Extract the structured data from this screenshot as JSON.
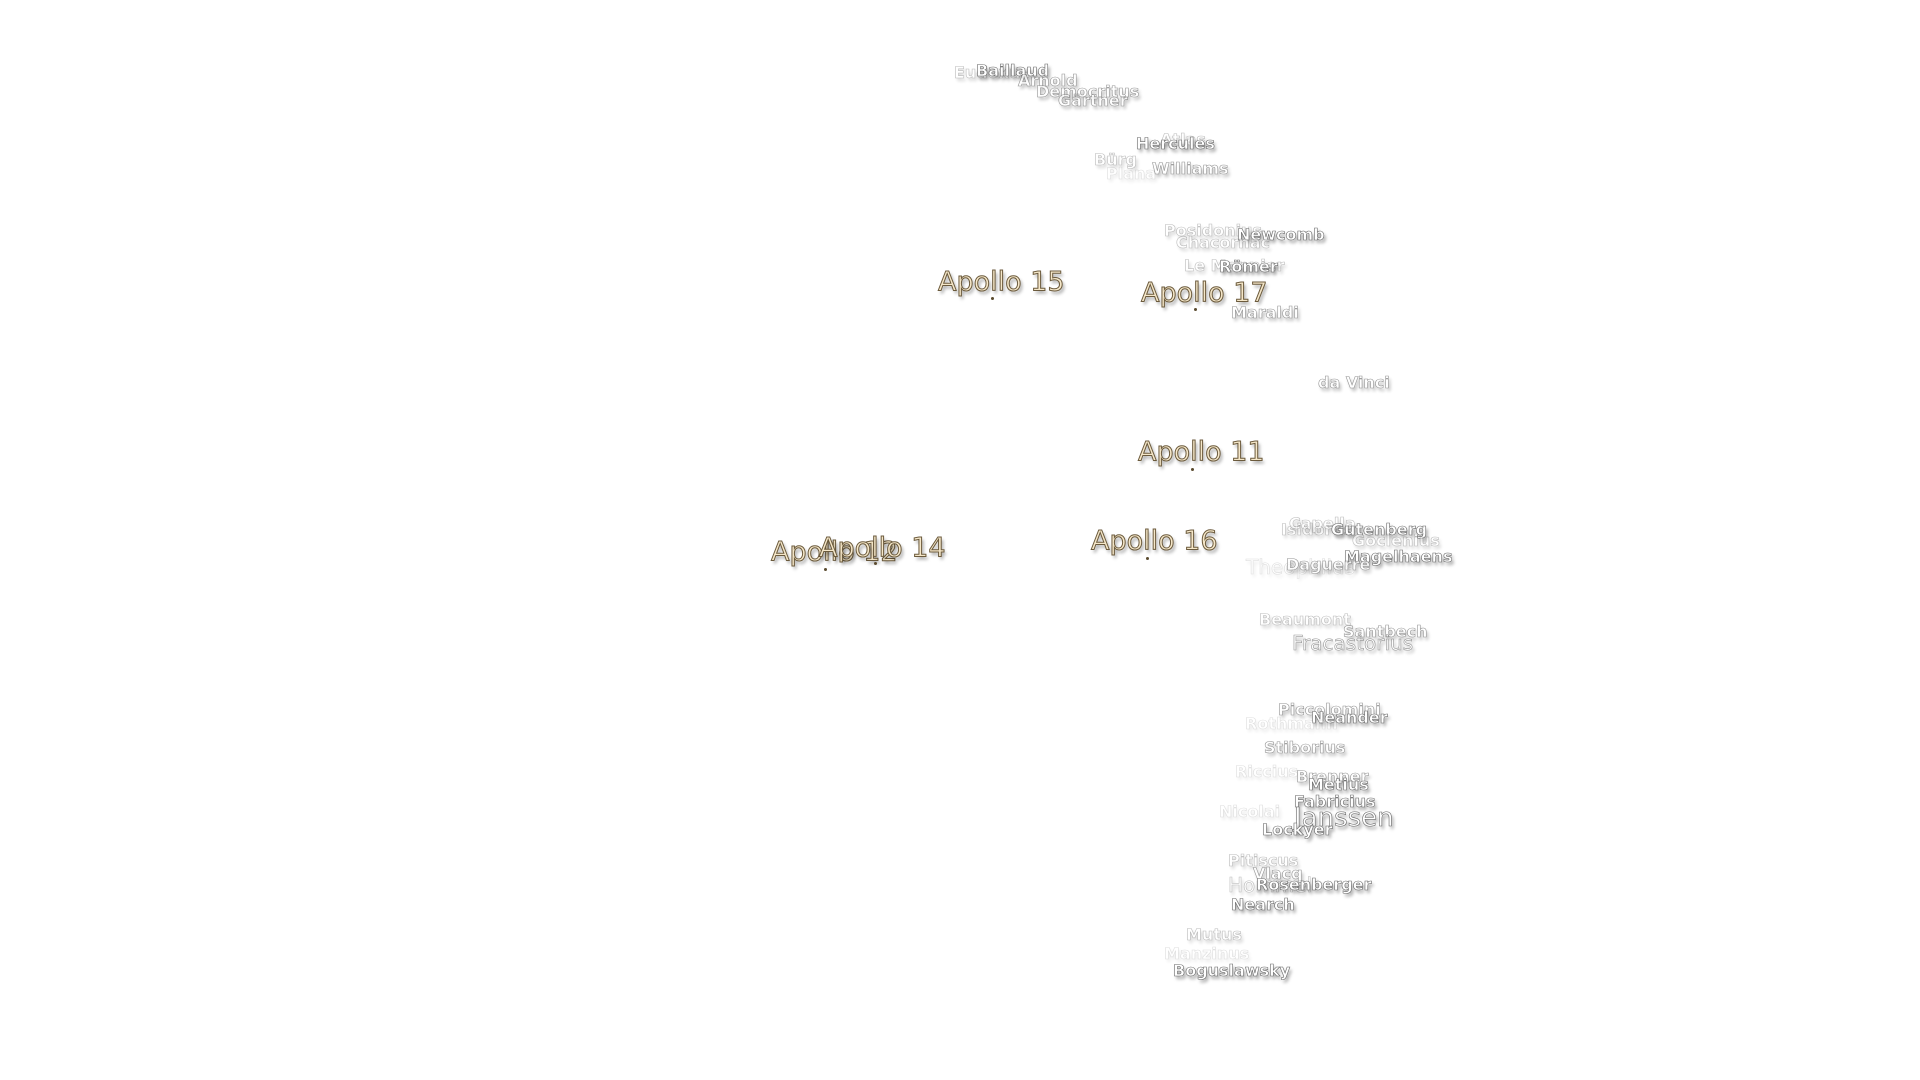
{
  "apollo_sites": [
    {
      "id": "apollo-15",
      "label": "Apollo 15"
    },
    {
      "id": "apollo-17",
      "label": "Apollo 17"
    },
    {
      "id": "apollo-11",
      "label": "Apollo 11"
    },
    {
      "id": "apollo-16",
      "label": "Apollo 16"
    },
    {
      "id": "apollo-12",
      "label": "Apollo 12"
    },
    {
      "id": "apollo-14",
      "label": "Apollo 14"
    }
  ],
  "craters": [
    {
      "id": "eudoxus",
      "label": "Eudoxus"
    },
    {
      "id": "bailaud",
      "label": "Baillaud"
    },
    {
      "id": "arnold",
      "label": "Arnold"
    },
    {
      "id": "democritus",
      "label": "Democritus"
    },
    {
      "id": "gartner",
      "label": "Gärtner"
    },
    {
      "id": "atlas",
      "label": "Atlas"
    },
    {
      "id": "hercules",
      "label": "Hercules"
    },
    {
      "id": "burg",
      "label": "Bürg"
    },
    {
      "id": "williams",
      "label": "Williams"
    },
    {
      "id": "plana",
      "label": "Plana"
    },
    {
      "id": "posidonius",
      "label": "Posidonius"
    },
    {
      "id": "newcomb",
      "label": "Newcomb"
    },
    {
      "id": "chacornac",
      "label": "Chacornac"
    },
    {
      "id": "le-monnier",
      "label": "Le Monnier"
    },
    {
      "id": "romer",
      "label": "Römer"
    },
    {
      "id": "maraldi",
      "label": "Maraldi"
    },
    {
      "id": "da-vinci",
      "label": "da Vinci"
    },
    {
      "id": "isidorus",
      "label": "Isidorus"
    },
    {
      "id": "capella",
      "label": "Capella"
    },
    {
      "id": "gutenberg",
      "label": "Gutenberg"
    },
    {
      "id": "goclenius",
      "label": "Goclenius"
    },
    {
      "id": "magelhaens",
      "label": "Magelhaens"
    },
    {
      "id": "theophilus",
      "label": "Theophilus"
    },
    {
      "id": "daguerre",
      "label": "Daguerre"
    },
    {
      "id": "beaumont",
      "label": "Beaumont"
    },
    {
      "id": "santbech",
      "label": "Santbech"
    },
    {
      "id": "fracastorius",
      "label": "Fracastorius"
    },
    {
      "id": "piccolomini",
      "label": "Piccolomini"
    },
    {
      "id": "neander",
      "label": "Neander"
    },
    {
      "id": "rothmann",
      "label": "Rothmann"
    },
    {
      "id": "stiborius",
      "label": "Stiborius"
    },
    {
      "id": "riccius",
      "label": "Riccius"
    },
    {
      "id": "brenner",
      "label": "Brenner"
    },
    {
      "id": "metius",
      "label": "Metius"
    },
    {
      "id": "fabricius",
      "label": "Fabricius"
    },
    {
      "id": "janssen",
      "label": "Janssen"
    },
    {
      "id": "nicolai",
      "label": "Nicolai"
    },
    {
      "id": "lockyer",
      "label": "Lockyer"
    },
    {
      "id": "pitiscus",
      "label": "Pitiscus"
    },
    {
      "id": "vlacq",
      "label": "Vlacq"
    },
    {
      "id": "hommel",
      "label": "Hommel"
    },
    {
      "id": "rosenberger",
      "label": "Rosenberger"
    },
    {
      "id": "nearch",
      "label": "Nearch"
    },
    {
      "id": "mutus",
      "label": "Mutus"
    },
    {
      "id": "manzinus",
      "label": "Manzinus"
    },
    {
      "id": "boguslawsky",
      "label": "Boguslawsky"
    }
  ]
}
